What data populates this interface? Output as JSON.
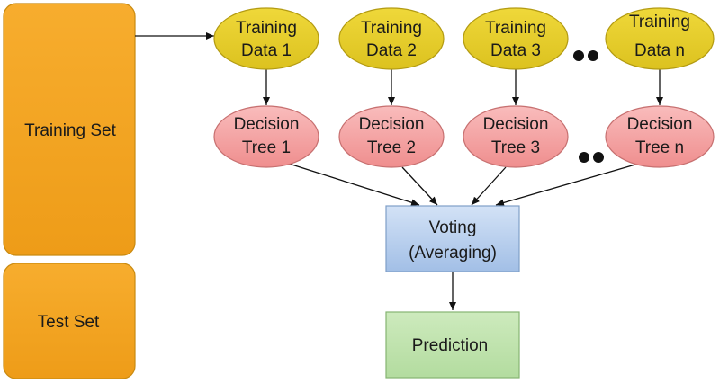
{
  "training_set": {
    "label": "Training Set"
  },
  "test_set": {
    "label": "Test Set"
  },
  "training_data": [
    {
      "line1": "Training",
      "line2": "Data 1"
    },
    {
      "line1": "Training",
      "line2": "Data 2"
    },
    {
      "line1": "Training",
      "line2": "Data 3"
    },
    {
      "line1": "Training",
      "line2": "Data n"
    }
  ],
  "decision_trees": [
    {
      "line1": "Decision",
      "line2": "Tree 1"
    },
    {
      "line1": "Decision",
      "line2": "Tree 2"
    },
    {
      "line1": "Decision",
      "line2": "Tree 3"
    },
    {
      "line1": "Decision",
      "line2": "Tree n"
    }
  ],
  "voting": {
    "line1": "Voting",
    "line2": "(Averaging)"
  },
  "prediction": {
    "label": "Prediction"
  },
  "colors": {
    "orange": "#f5a623",
    "orange_border": "#c98a10",
    "yellow": "#e6cc2a",
    "yellow_border": "#b39b12",
    "red": "#f4a3a3",
    "red_border": "#c77070",
    "blue": "#b7cfee",
    "blue_border": "#7f9fc7",
    "green": "#bfe3ad",
    "green_border": "#86b572",
    "line": "#111111"
  }
}
